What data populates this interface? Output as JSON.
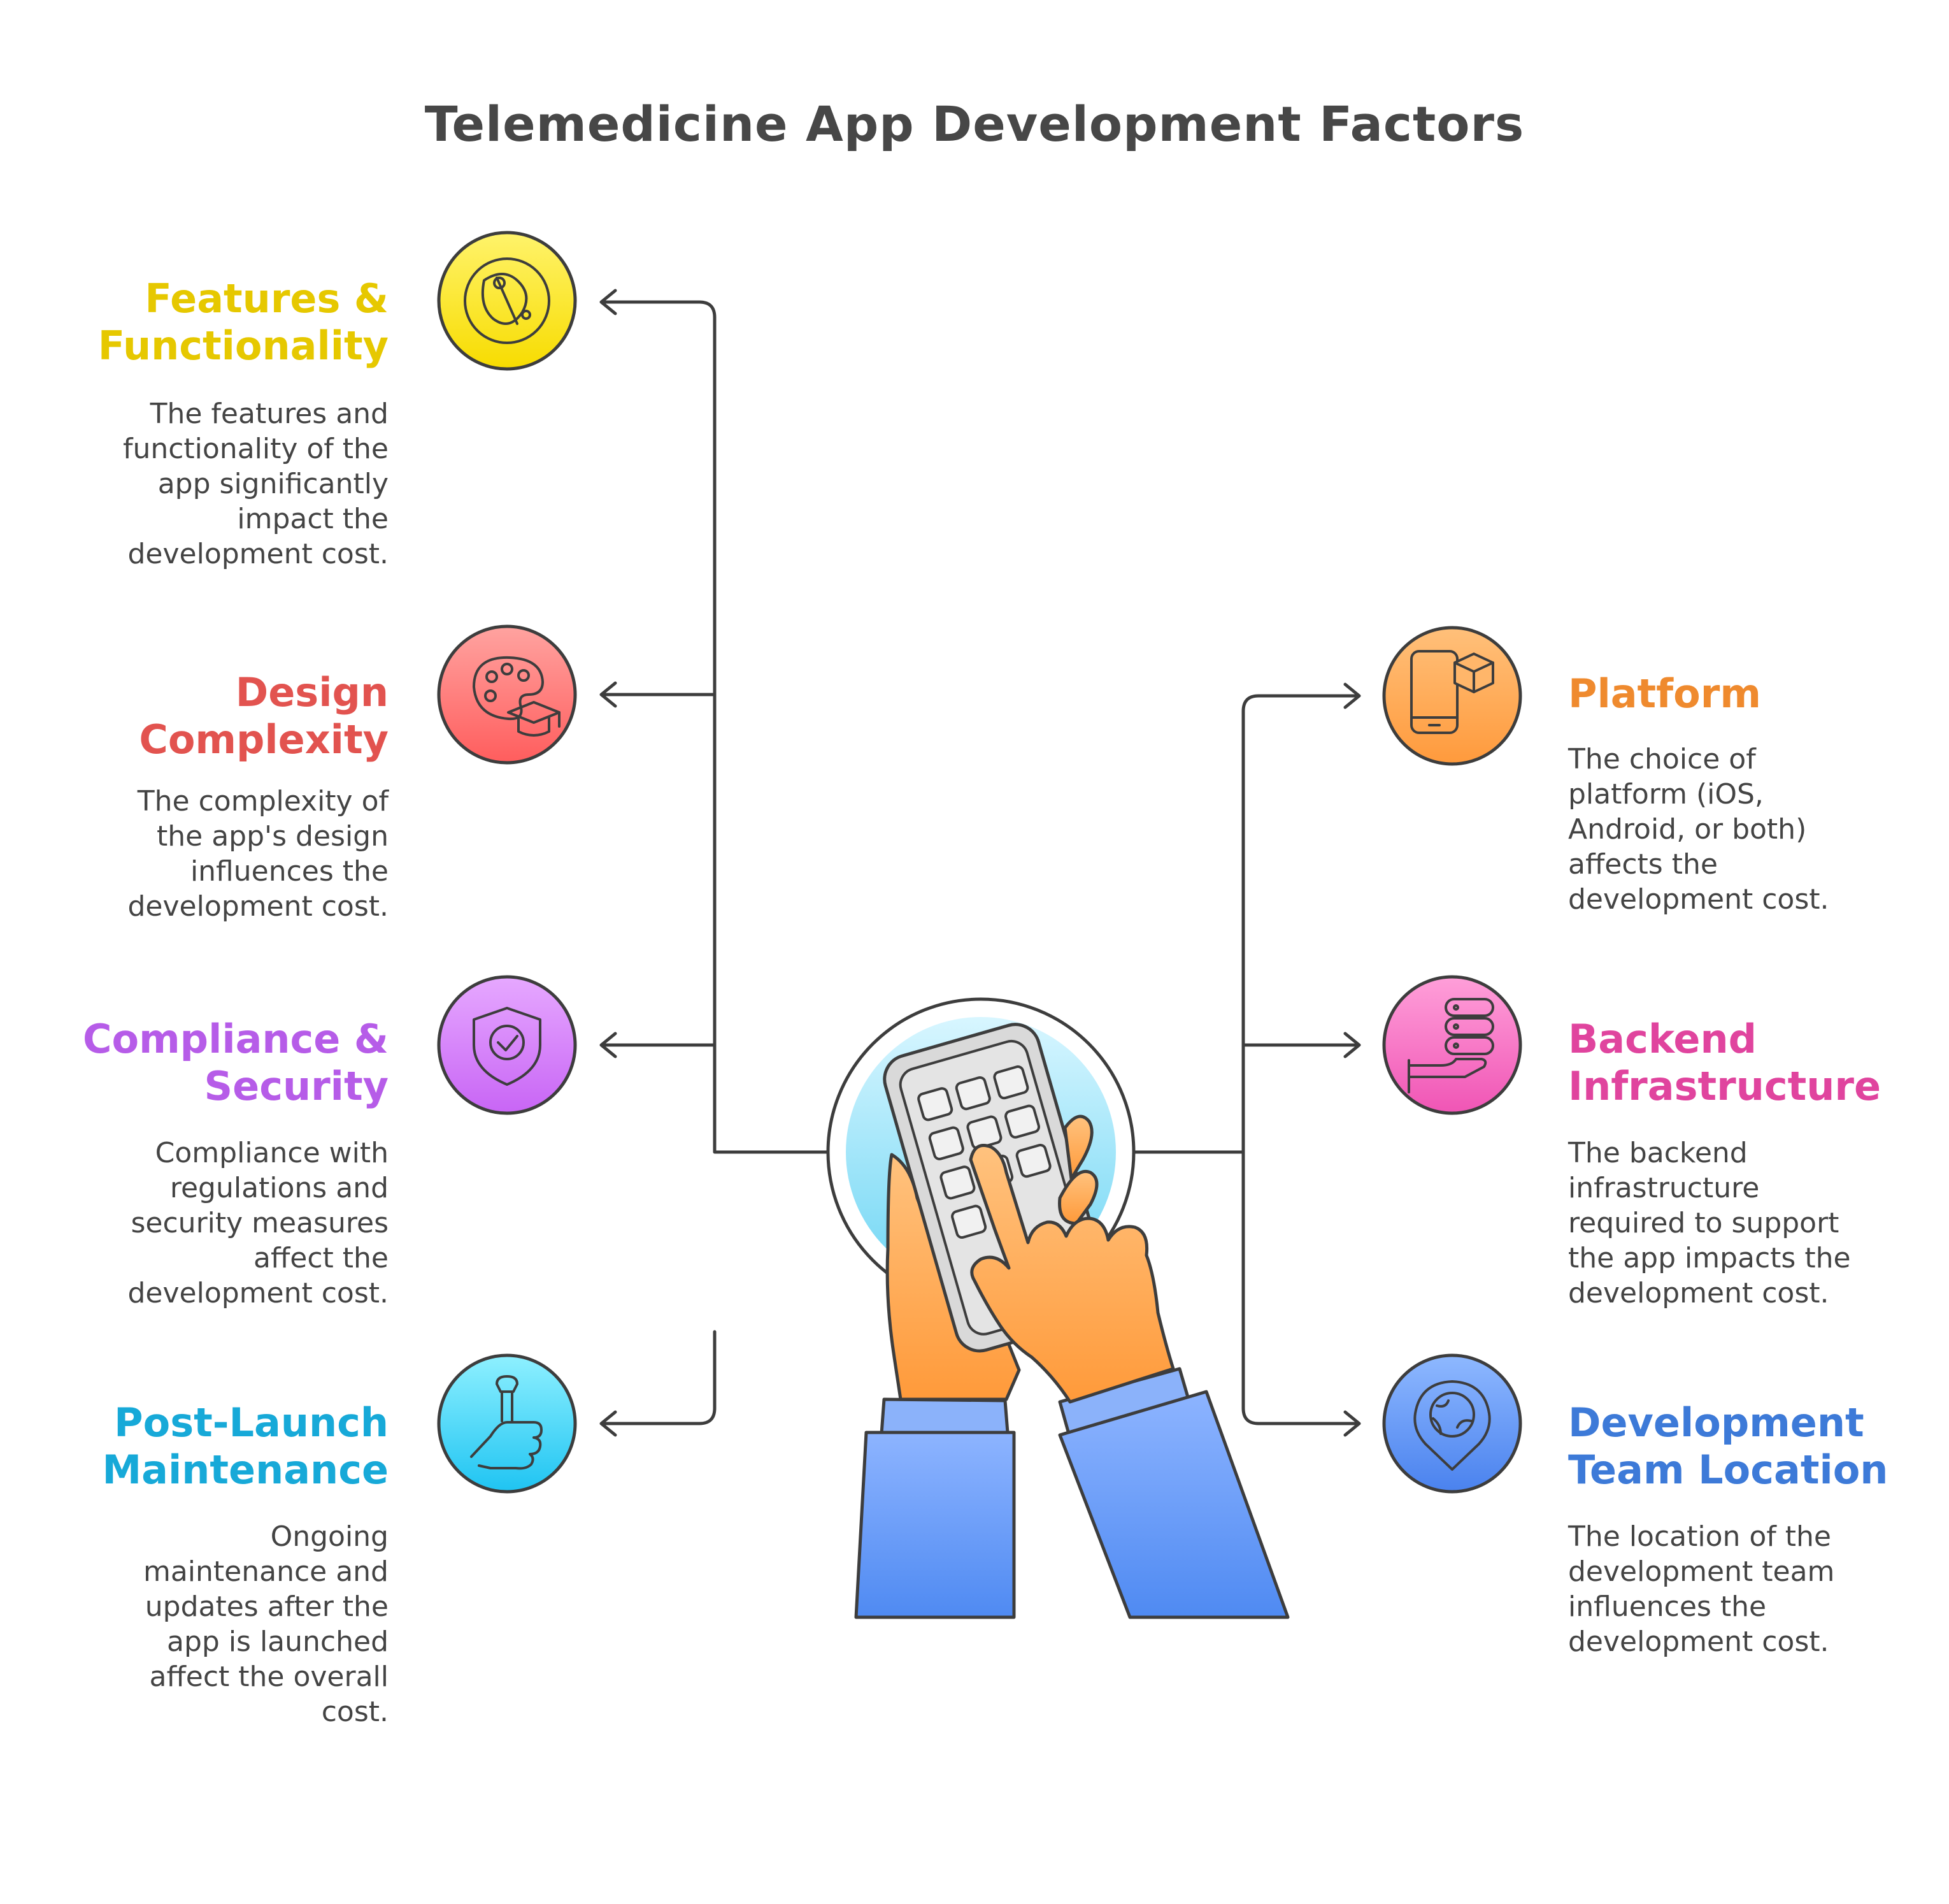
{
  "title": "Telemedicine App Development Factors",
  "colors": {
    "features": "#e6c800",
    "design": "#e2534f",
    "compliance": "#b65ce8",
    "maintenance": "#17a9d8",
    "platform": "#ef8a2e",
    "backend": "#e0449e",
    "location": "#3d7ad8",
    "connector": "#3a3a3a"
  },
  "left_factors": [
    {
      "heading_1": "Features &",
      "heading_2": "Functionality",
      "desc": [
        "The features and",
        "functionality of the",
        "app significantly",
        "impact the",
        "development cost."
      ],
      "icon": "paint-brush-palette-icon"
    },
    {
      "heading_1": "Design",
      "heading_2": "Complexity",
      "desc": [
        "The complexity of",
        "the app's design",
        "influences the",
        "development cost."
      ],
      "icon": "palette-graduation-cap-icon"
    },
    {
      "heading_1": "Compliance &",
      "heading_2": "Security",
      "desc": [
        "Compliance with",
        "regulations and",
        "security measures",
        "affect the",
        "development cost."
      ],
      "icon": "shield-check-icon"
    },
    {
      "heading_1": "Post-Launch",
      "heading_2": "Maintenance",
      "desc": [
        "Ongoing",
        "maintenance and",
        "updates after the",
        "app is launched",
        "affect the overall",
        "cost."
      ],
      "icon": "wrench-thumbs-up-icon"
    }
  ],
  "right_factors": [
    {
      "heading_1": "Platform",
      "heading_2": "",
      "desc": [
        "The choice of",
        "platform (iOS,",
        "Android, or both)",
        "affects the",
        "development cost."
      ],
      "icon": "phone-box-icon"
    },
    {
      "heading_1": "Backend",
      "heading_2": "Infrastructure",
      "desc": [
        "The backend",
        "infrastructure",
        "required to support",
        "the app impacts the",
        "development cost."
      ],
      "icon": "server-hand-icon"
    },
    {
      "heading_1": "Development",
      "heading_2": "Team Location",
      "desc": [
        "The location of the",
        "development team",
        "influences the",
        "development cost."
      ],
      "icon": "globe-location-pin-icon"
    }
  ],
  "center_icon": "hands-holding-phone-icon"
}
